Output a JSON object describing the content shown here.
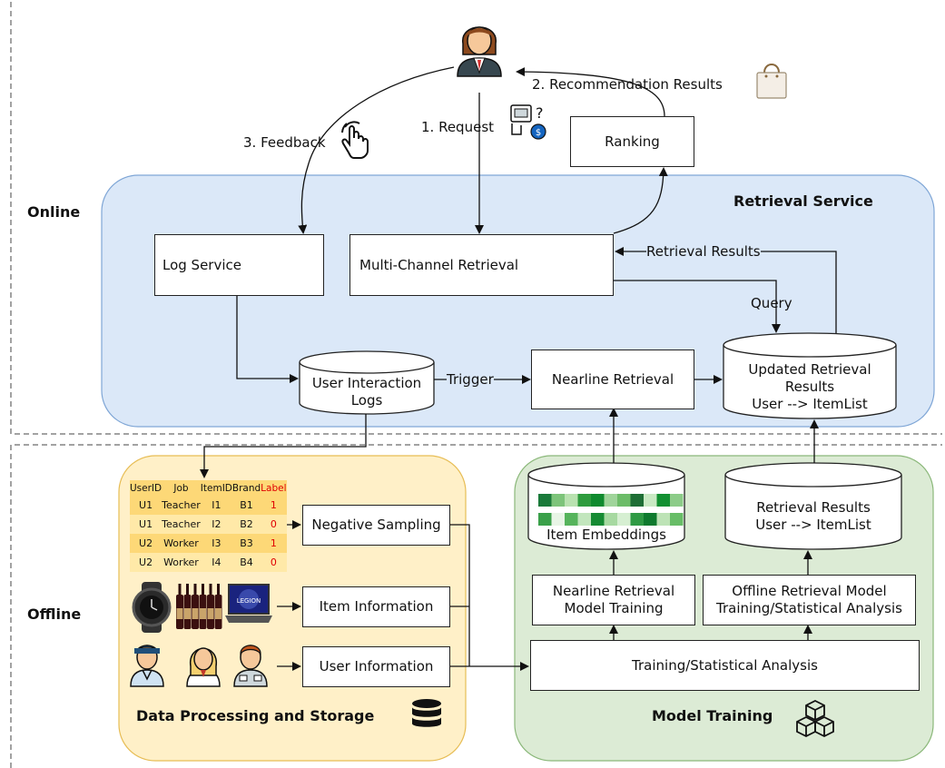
{
  "sections": {
    "online": "Online",
    "offline": "Offline",
    "retrieval_service": "Retrieval Service",
    "data_processing": "Data Processing and Storage",
    "model_training": "Model Training"
  },
  "steps": {
    "request": "1. Request",
    "recommendation_results": "2. Recommendation Results",
    "feedback": "3. Feedback"
  },
  "online_nodes": {
    "ranking": "Ranking",
    "log_service": "Log Service",
    "multi_channel_retrieval": "Multi-Channel Retrieval",
    "user_interaction_logs": "User Interaction Logs",
    "nearline_retrieval": "Nearline Retrieval",
    "updated_retrieval_results": "Updated Retrieval Results User --> ItemList"
  },
  "edge_labels": {
    "trigger": "Trigger",
    "query": "Query",
    "retrieval_results": "Retrieval Results"
  },
  "offline_nodes": {
    "negative_sampling": "Negative Sampling",
    "item_information": "Item Information",
    "user_information": "User Information",
    "item_embeddings": "Item Embeddings",
    "retrieval_results_store": "Retrieval Results User --> ItemList",
    "nearline_model_training": "Nearline Retrieval Model Training",
    "offline_model_training": "Offline Retrieval Model Training/Statistical Analysis",
    "training_statistical_analysis": "Training/Statistical Analysis"
  },
  "sample_table": {
    "headers": [
      "UserID",
      "Job",
      "ItemID",
      "Brand",
      "Label"
    ],
    "rows": [
      [
        "U1",
        "Teacher",
        "I1",
        "B1",
        "1"
      ],
      [
        "U1",
        "Teacher",
        "I2",
        "B2",
        "0"
      ],
      [
        "U2",
        "Worker",
        "I3",
        "B3",
        "1"
      ],
      [
        "U2",
        "Worker",
        "I4",
        "B4",
        "0"
      ]
    ]
  },
  "item_images": {
    "laptop_text": "LEGION"
  },
  "icons": [
    "user-avatar-icon",
    "shopping-bag-icon",
    "touch-hand-icon",
    "atm-request-icon",
    "click-feedback-icon",
    "multi-channel-icon",
    "database-icon",
    "cubes-icon",
    "watch-icon",
    "wine-bottles-icon",
    "laptop-icon",
    "user-profile-icons"
  ],
  "colors": {
    "online_panel": "#dbe8f8",
    "data_panel": "#fff0c8",
    "training_panel": "#dcebd5",
    "label_red": "#e00000"
  },
  "embedding_colors": [
    [
      "#1a7a3a",
      "#7dc47a",
      "#b9e2b0",
      "#2e9c3e",
      "#0f8a2e",
      "#9fd49a",
      "#6cbc68",
      "#1e6e35",
      "#c9e9c3",
      "#139032",
      "#8ccc88"
    ],
    [
      "#3aa04a",
      "#e8f5e6",
      "#56b45c",
      "#c2e6bd",
      "#158a32",
      "#a7d9a1",
      "#d6efd2",
      "#2f9a44",
      "#0f7a2e",
      "#bde3b6",
      "#68bd67"
    ]
  ]
}
